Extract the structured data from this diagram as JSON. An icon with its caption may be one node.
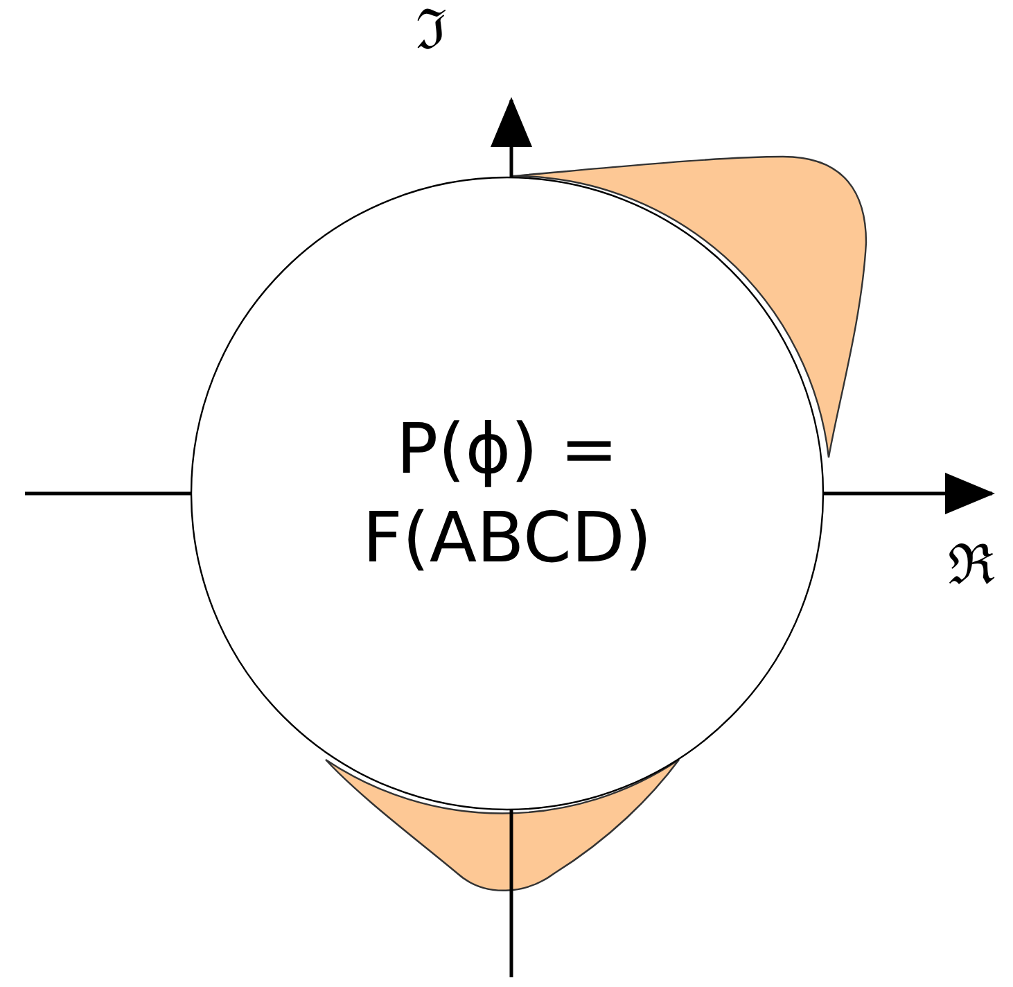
{
  "diagram": {
    "nodes": [
      {
        "text": [
          "P(ϕ) = F(ABCD)"
        ]
      }
    ],
    "labels": [
      "ℑ",
      "ℜ"
    ]
  }
}
